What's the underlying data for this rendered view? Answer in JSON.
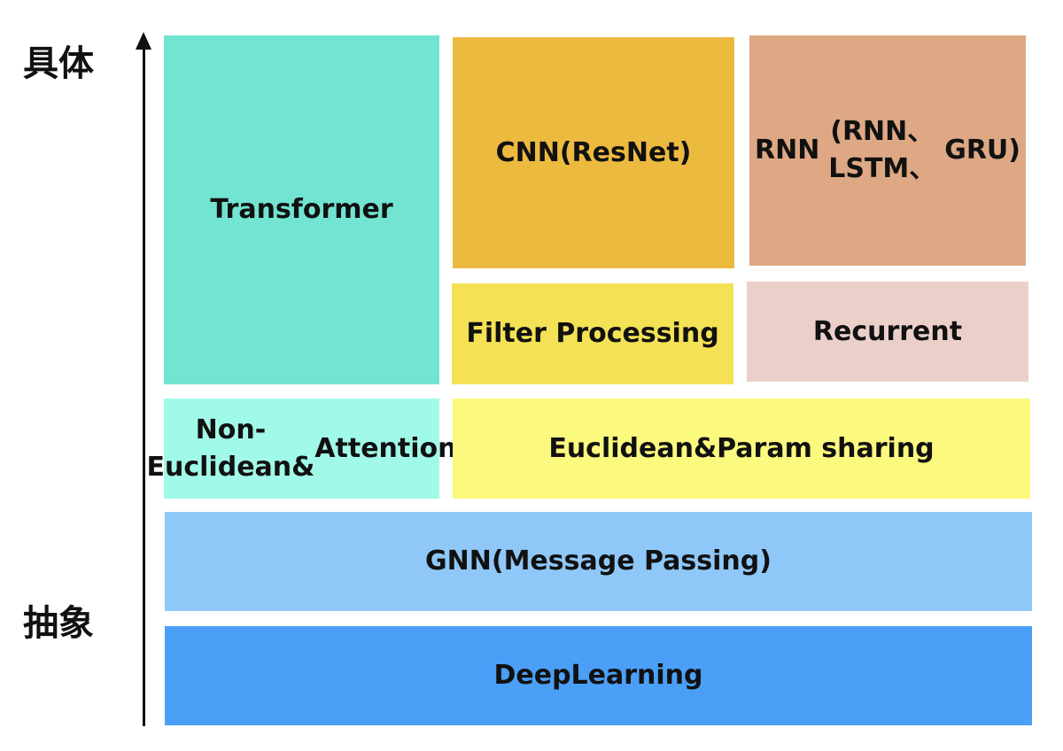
{
  "axis": {
    "top_label": "具体",
    "bottom_label": "抽象"
  },
  "boxes": {
    "transformer": {
      "lines": [
        "Transformer"
      ],
      "color": "#72E4D1"
    },
    "cnn": {
      "lines": [
        "CNN",
        "(ResNet)"
      ],
      "color": "#EDBA40"
    },
    "rnn": {
      "lines": [
        "RNN",
        "(RNN、LSTM、",
        "GRU)"
      ],
      "color": "#DEA884"
    },
    "filter": {
      "lines": [
        "Filter Processing"
      ],
      "color": "#F4E155"
    },
    "recurrent": {
      "lines": [
        "Recurrent"
      ],
      "color": "#EBD0CA"
    },
    "noneuclid": {
      "lines": [
        "Non-Euclidean&",
        "Attention"
      ],
      "color": "#A1F9E9"
    },
    "euclid": {
      "lines": [
        "Euclidean&Param sharing"
      ],
      "color": "#FCF97F"
    },
    "gnn": {
      "lines": [
        "GNN(Message Passing)"
      ],
      "color": "#8FC8F8"
    },
    "deep": {
      "lines": [
        "DeepLearning"
      ],
      "color": "#4B9FF7"
    }
  }
}
